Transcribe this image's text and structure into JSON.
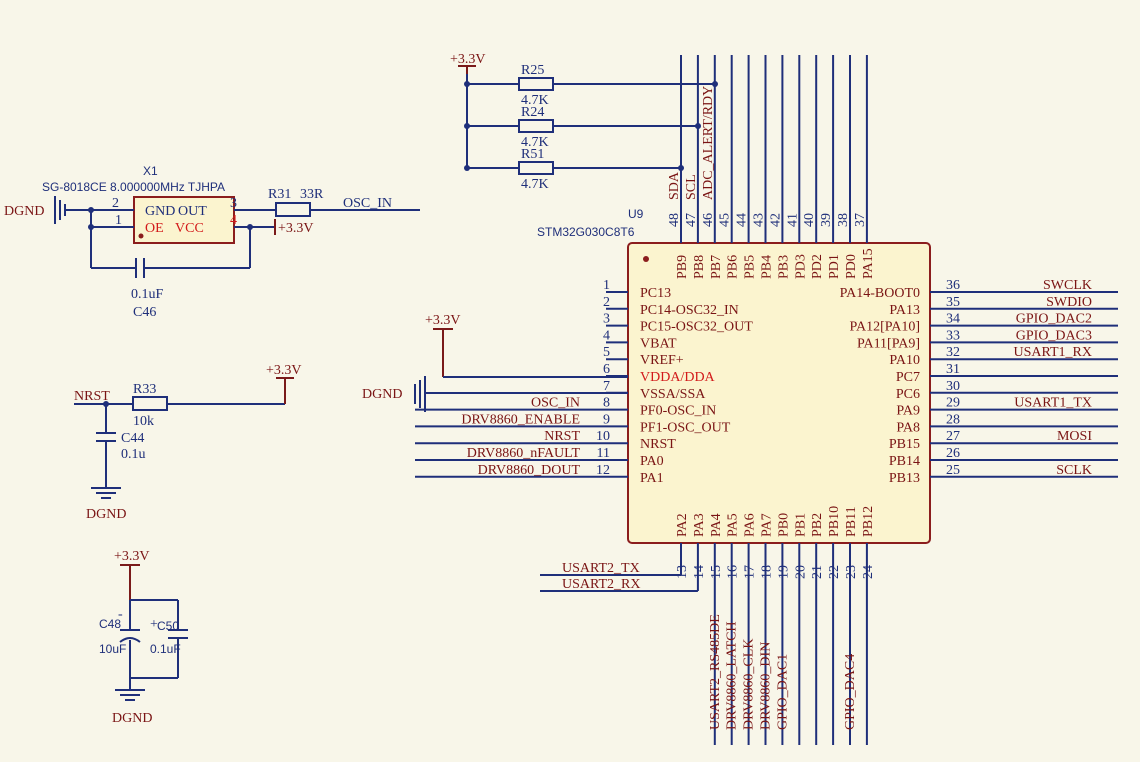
{
  "mcu": {
    "ref": "U9",
    "part": "STM32G030C8T6",
    "left_pins": [
      {
        "num": "1",
        "name": "PC13",
        "net": ""
      },
      {
        "num": "2",
        "name": "PC14-OSC32_IN",
        "net": ""
      },
      {
        "num": "3",
        "name": "PC15-OSC32_OUT",
        "net": ""
      },
      {
        "num": "4",
        "name": "VBAT",
        "net": ""
      },
      {
        "num": "5",
        "name": "VREF+",
        "net": ""
      },
      {
        "num": "6",
        "name": "VDDA/DDA",
        "net": ""
      },
      {
        "num": "7",
        "name": "VSSA/SSA",
        "net": ""
      },
      {
        "num": "8",
        "name": "PF0-OSC_IN",
        "net": "OSC_IN"
      },
      {
        "num": "9",
        "name": "PF1-OSC_OUT",
        "net": "DRV8860_ENABLE"
      },
      {
        "num": "10",
        "name": "NRST",
        "net": "NRST"
      },
      {
        "num": "11",
        "name": "PA0",
        "net": "DRV8860_nFAULT"
      },
      {
        "num": "12",
        "name": "PA1",
        "net": "DRV8860_DOUT"
      }
    ],
    "right_pins": [
      {
        "num": "36",
        "name": "PA14-BOOT0",
        "net": "SWCLK"
      },
      {
        "num": "35",
        "name": "PA13",
        "net": "SWDIO"
      },
      {
        "num": "34",
        "name": "PA12[PA10]",
        "net": "GPIO_DAC2"
      },
      {
        "num": "33",
        "name": "PA11[PA9]",
        "net": "GPIO_DAC3"
      },
      {
        "num": "32",
        "name": "PA10",
        "net": "USART1_RX"
      },
      {
        "num": "31",
        "name": "PC7",
        "net": ""
      },
      {
        "num": "30",
        "name": "PC6",
        "net": ""
      },
      {
        "num": "29",
        "name": "PA9",
        "net": "USART1_TX"
      },
      {
        "num": "28",
        "name": "PA8",
        "net": ""
      },
      {
        "num": "27",
        "name": "PB15",
        "net": "MOSI"
      },
      {
        "num": "26",
        "name": "PB14",
        "net": ""
      },
      {
        "num": "25",
        "name": "PB13",
        "net": "SCLK"
      }
    ],
    "top_pins": [
      {
        "num": "48",
        "name": "PB9",
        "net": "SDA"
      },
      {
        "num": "47",
        "name": "PB8",
        "net": "SCL"
      },
      {
        "num": "46",
        "name": "PB7",
        "net": "ADC_ALERT/RDY"
      },
      {
        "num": "45",
        "name": "PB6",
        "net": ""
      },
      {
        "num": "44",
        "name": "PB5",
        "net": ""
      },
      {
        "num": "43",
        "name": "PB4",
        "net": ""
      },
      {
        "num": "42",
        "name": "PB3",
        "net": ""
      },
      {
        "num": "41",
        "name": "PD3",
        "net": ""
      },
      {
        "num": "40",
        "name": "PD2",
        "net": ""
      },
      {
        "num": "39",
        "name": "PD1",
        "net": ""
      },
      {
        "num": "38",
        "name": "PD0",
        "net": ""
      },
      {
        "num": "37",
        "name": "PA15",
        "net": ""
      }
    ],
    "bottom_pins": [
      {
        "num": "13",
        "name": "PA2",
        "net": "USART2_TX"
      },
      {
        "num": "14",
        "name": "PA3",
        "net": "USART2_RX"
      },
      {
        "num": "15",
        "name": "PA4",
        "net": "USART2_RS485DE"
      },
      {
        "num": "16",
        "name": "PA5",
        "net": "DRV8860_LATCH"
      },
      {
        "num": "17",
        "name": "PA6",
        "net": "DRV8860_CLK"
      },
      {
        "num": "18",
        "name": "PA7",
        "net": "DRV8860_DIN"
      },
      {
        "num": "19",
        "name": "PB0",
        "net": "GPIO_DAC1"
      },
      {
        "num": "20",
        "name": "PB1",
        "net": ""
      },
      {
        "num": "21",
        "name": "PB2",
        "net": ""
      },
      {
        "num": "22",
        "name": "PB10",
        "net": ""
      },
      {
        "num": "23",
        "name": "PB11",
        "net": "GPIO_DAC4"
      },
      {
        "num": "24",
        "name": "PB12",
        "net": ""
      }
    ]
  },
  "osc": {
    "ref": "X1",
    "part": "SG-8018CE 8.000000MHz TJHPA",
    "pin_gnd": "GND",
    "pin_out": "OUT",
    "pin_oe": "OE",
    "pin_vcc": "VCC",
    "num_gnd": "2",
    "num_oe": "1",
    "num_out": "3",
    "num_vcc": "4",
    "gnd_net": "DGND",
    "vcc_net": "+3.3V",
    "cap_ref": "C46",
    "cap_val": "0.1uF",
    "res_ref": "R31",
    "res_val": "33R",
    "out_net": "OSC_IN"
  },
  "pullups": {
    "supply": "+3.3V",
    "resistors": [
      {
        "ref": "R25",
        "val": "4.7K"
      },
      {
        "ref": "R24",
        "val": "4.7K"
      },
      {
        "ref": "R51",
        "val": "4.7K"
      }
    ]
  },
  "reset": {
    "net": "NRST",
    "res_ref": "R33",
    "res_val": "10k",
    "supply": "+3.3V",
    "cap_ref": "C44",
    "cap_val": "0.1u",
    "gnd": "DGND"
  },
  "decoupling": {
    "supply": "+3.3V",
    "gnd": "DGND",
    "c48_ref": "C48",
    "c48_val": "10uF",
    "c50_ref": "C50",
    "c50_val": "0.1uF",
    "minus": "-",
    "plus": "+"
  },
  "analog_supply": {
    "vdda_net": "+3.3V",
    "vssa_net": "DGND"
  }
}
